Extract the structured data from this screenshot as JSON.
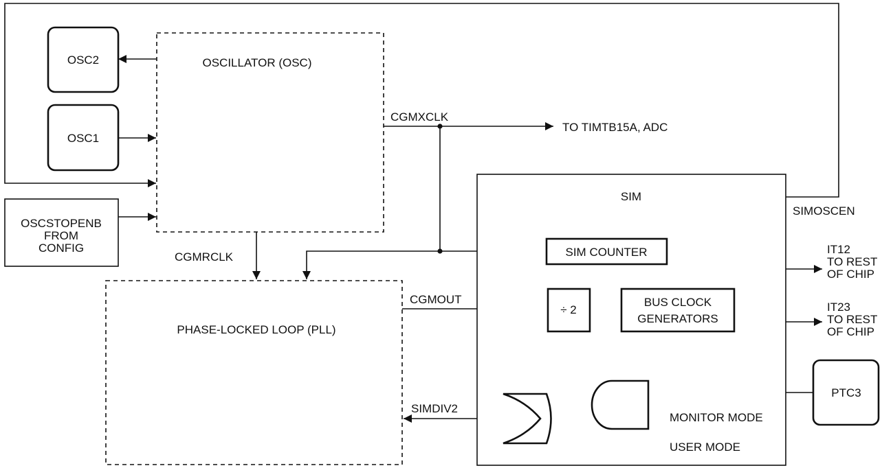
{
  "blocks": {
    "osc2": "OSC2",
    "osc1": "OSC1",
    "oscillator": "OSCILLATOR (OSC)",
    "oscstopenb": [
      "OSCSTOPENB",
      "FROM",
      "CONFIG"
    ],
    "pll": "PHASE-LOCKED LOOP (PLL)",
    "sim": "SIM",
    "sim_counter": "SIM COUNTER",
    "divide_by_two": "÷ 2",
    "bus_clock_generators": [
      "BUS CLOCK",
      "GENERATORS"
    ],
    "ptc3": "PTC3"
  },
  "signals": {
    "cgmxclk": "CGMXCLK",
    "to_timtb15a_adc": "TO TIMTB15A, ADC",
    "simoscen": "SIMOSCEN",
    "cgmrclk": "CGMRCLK",
    "cgmout": "CGMOUT",
    "it12": [
      "IT12",
      "TO REST",
      "OF CHIP"
    ],
    "it23": [
      "IT23",
      "TO REST",
      "OF CHIP"
    ],
    "simdiv2": "SIMDIV2",
    "monitor_mode": "MONITOR MODE",
    "user_mode": "USER MODE"
  }
}
